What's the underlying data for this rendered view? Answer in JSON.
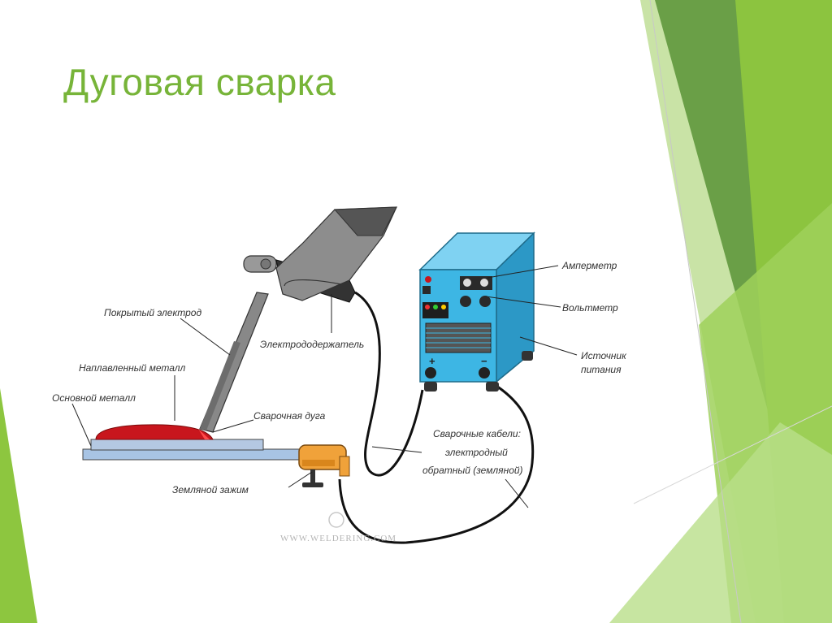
{
  "slide": {
    "title": "Дуговая сварка",
    "colors": {
      "accent": "#77b439",
      "machine": "#3db6e4",
      "weld": "#c8161d",
      "clamp": "#e88a1a"
    }
  },
  "diagram": {
    "labels": {
      "ammeter": "Амперметр",
      "voltmeter": "Вольтметр",
      "power_source_1": "Источник",
      "power_source_2": "питания",
      "coated_electrode": "Покрытый электрод",
      "electrode_holder": "Электрододержатель",
      "deposited_metal": "Наплавленный металл",
      "base_metal": "Основной металл",
      "welding_arc": "Сварочная дуга",
      "cables_1": "Сварочные кабели:",
      "cables_2": "электродный",
      "cables_3": "обратный (земляной)",
      "ground_clamp": "Земляной зажим",
      "plus": "+",
      "minus": "−"
    },
    "watermark": "WWW.WELDERING.COM",
    "icons": [
      "welding-machine-icon",
      "electrode-holder-icon",
      "glove-icon",
      "ground-clamp-icon"
    ]
  }
}
